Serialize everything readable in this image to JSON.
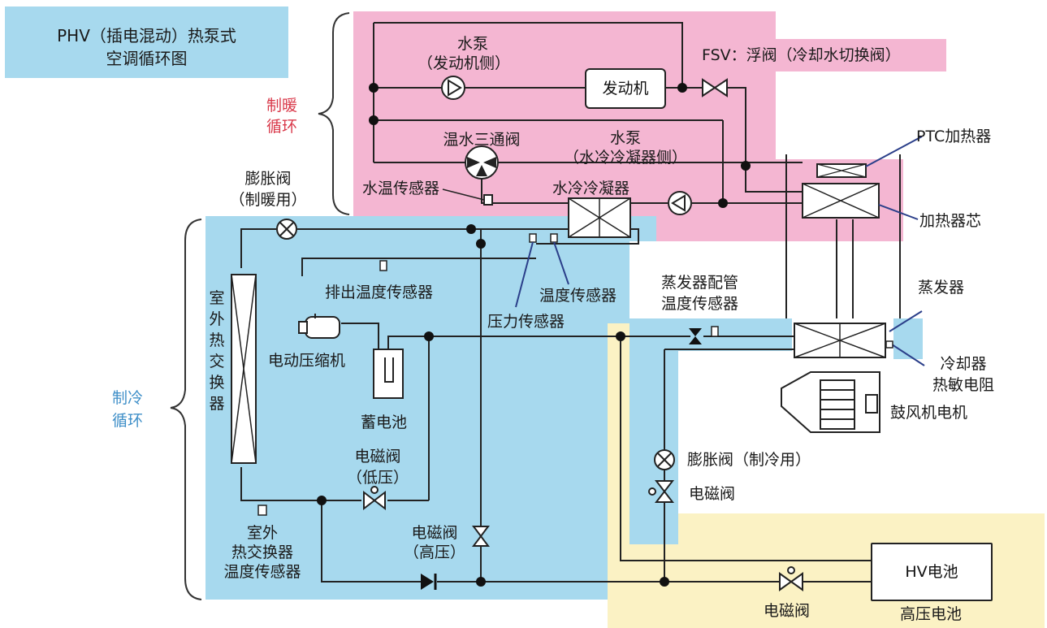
{
  "title": {
    "line1": "PHV（插电混动）热泵式",
    "line2": "空调循环图"
  },
  "heating_cycle_label": {
    "line1": "制暖",
    "line2": "循环"
  },
  "cooling_cycle_label": {
    "line1": "制冷",
    "line2": "循环"
  },
  "labels": {
    "water_pump_engine": {
      "line1": "水泵",
      "line2": "（发动机侧）"
    },
    "engine": "发动机",
    "fsv": "FSV：浮阀（冷却水切换阀）",
    "three_way_valve": "温水三通阀",
    "water_pump_condenser": {
      "line1": "水泵",
      "line2": "（水冷冷凝器侧）"
    },
    "ptc_heater": "PTC加热器",
    "water_temp_sensor": "水温传感器",
    "water_cooled_condenser": "水冷冷凝器",
    "heater_core": "加热器芯",
    "expansion_valve_heating": {
      "line1": "膨胀阀",
      "line2": "（制暖用）"
    },
    "discharge_temp_sensor": "排出温度传感器",
    "temp_sensor": "温度传感器",
    "pressure_sensor": "压力传感器",
    "evap_pipe_sensor": {
      "line1": "蒸发器配管",
      "line2": "温度传感器"
    },
    "evaporator": "蒸发器",
    "compressor": "电动压缩机",
    "accumulator": "蓄电池",
    "cooler_thermistor": {
      "line1": "冷却器",
      "line2": "热敏电阻"
    },
    "blower_motor": "鼓风机电机",
    "outdoor_hx": "室外热交换器",
    "solenoid_low": {
      "line1": "电磁阀",
      "line2": "（低压）"
    },
    "expansion_valve_cooling": "膨胀阀（制冷用）",
    "solenoid": "电磁阀",
    "outdoor_hx_sensor": {
      "line1": "室外",
      "line2": "热交换器",
      "line3": "温度传感器"
    },
    "solenoid_high": {
      "line1": "电磁阀",
      "line2": "（高压）"
    },
    "hv_battery": "HV电池",
    "solenoid_battery": "电磁阀",
    "high_voltage_battery": "高压电池"
  },
  "colors": {
    "heating_zone": "#f4b6d2",
    "cooling_zone": "#a7d9ee",
    "battery_zone": "#fbf2c4",
    "heating_text": "#d9394a",
    "cooling_text": "#3f8fc8"
  }
}
